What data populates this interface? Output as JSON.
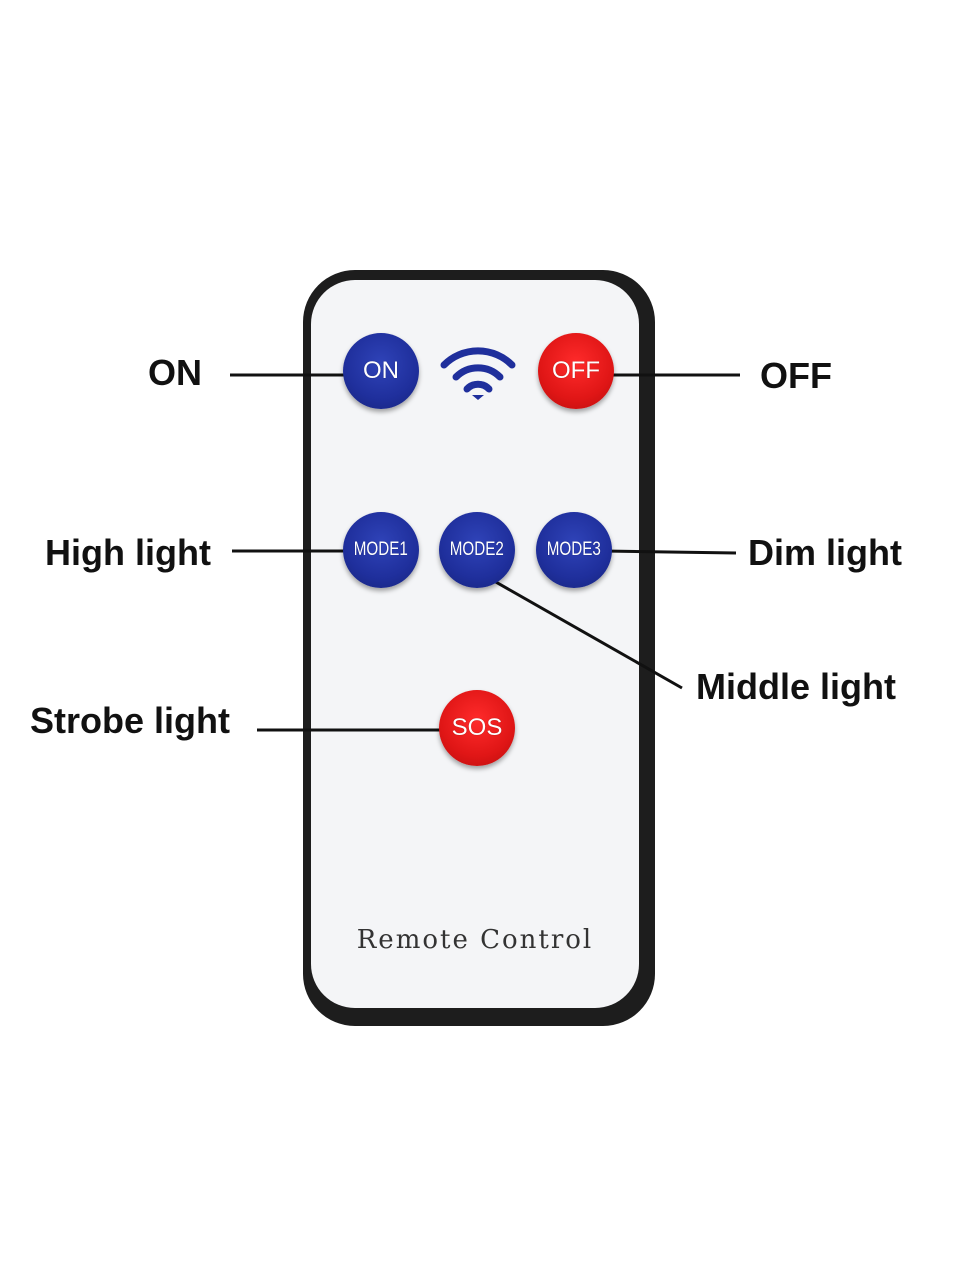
{
  "remote": {
    "title": "Remote Control",
    "buttons": {
      "on": "ON",
      "off": "OFF",
      "mode1": "MODE1",
      "mode2": "MODE2",
      "mode3": "MODE3",
      "sos": "SOS"
    },
    "icon": "wifi-signal-icon"
  },
  "callouts": {
    "on": "ON",
    "off": "OFF",
    "high_light": "High light",
    "dim_light": "Dim light",
    "middle_light": "Middle light",
    "strobe_light": "Strobe light"
  },
  "colors": {
    "blue_button": "#1f2f9c",
    "red_button": "#e01616",
    "remote_body": "#1d1d1d",
    "remote_face": "#f4f5f7"
  }
}
